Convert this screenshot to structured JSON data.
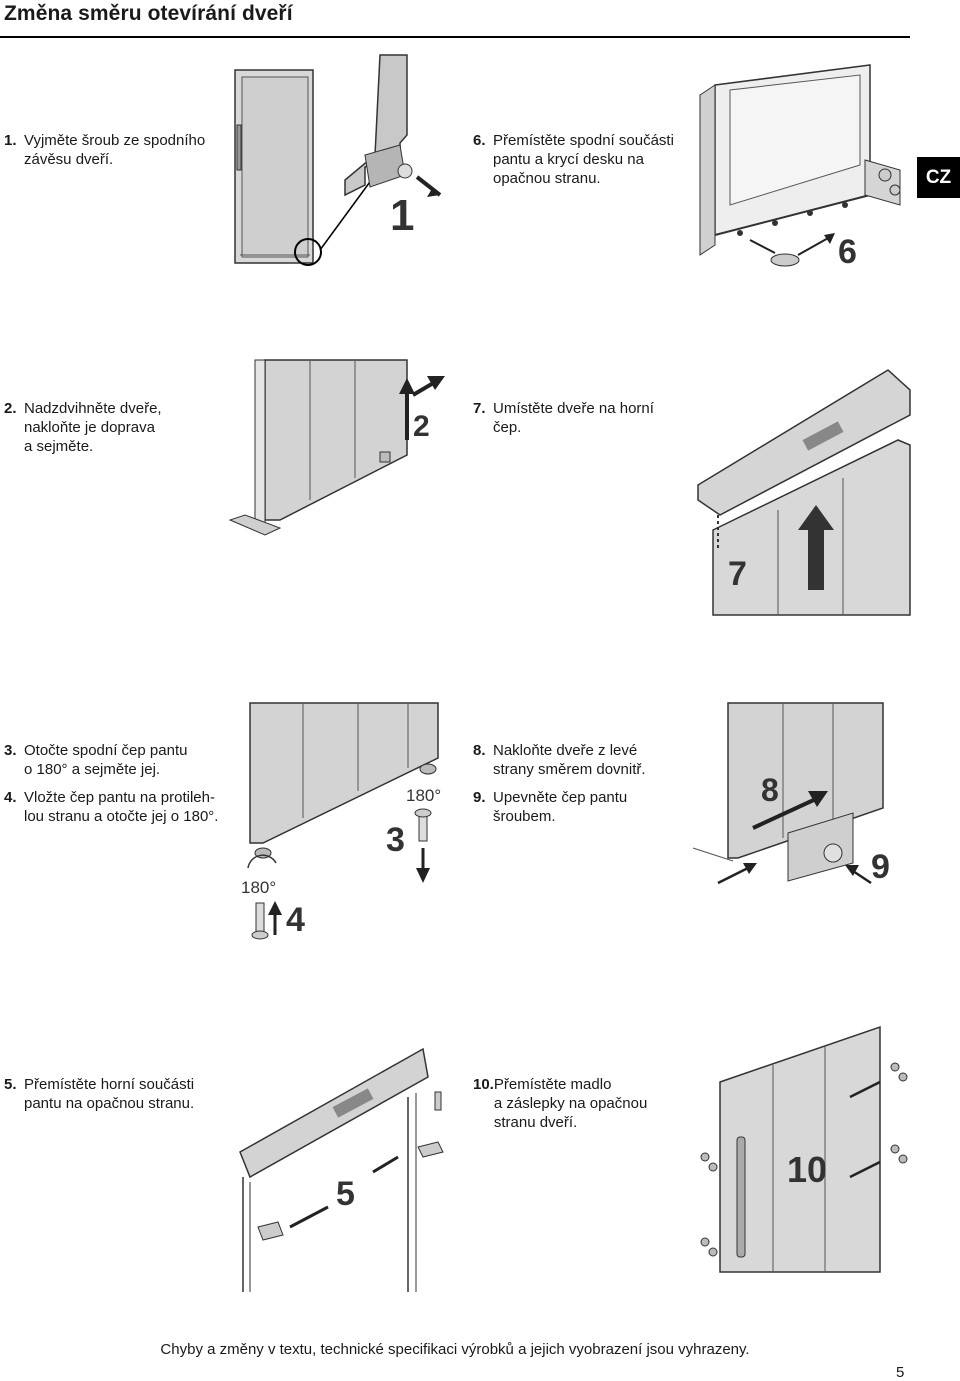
{
  "header": {
    "title": "Změna směru otevírání dveří",
    "lang_badge": "CZ"
  },
  "steps": [
    {
      "num": "1.",
      "text": "Vyjměte šroub ze spodního\nzávěsu dveří."
    },
    {
      "num": "6.",
      "text": "Přemístěte spodní součásti\npantu a krycí desku na\nopačnou stranu."
    },
    {
      "num": "2.",
      "text": "Nadzdvihněte dveře,\nnakloňte je doprava\na sejměte."
    },
    {
      "num": "7.",
      "text": "Umístěte dveře na horní\nčep."
    },
    {
      "num": "3.",
      "text": "Otočte spodní čep pantu\no 180° a sejměte jej."
    },
    {
      "num": "4.",
      "text": "Vložte čep pantu na protileh-\nlou stranu a otočte jej o 180°."
    },
    {
      "num": "8.",
      "text": "Nakloňte dveře z levé\nstrany směrem dovnitř."
    },
    {
      "num": "9.",
      "text": "Upevněte čep pantu\nšroubem."
    },
    {
      "num": "5.",
      "text": "Přemístěte horní součásti\npantu na opačnou stranu."
    },
    {
      "num": "10.",
      "text": "Přemístěte madlo\na záslepky na opačnou\nstranu dveří."
    }
  ],
  "figure_labels": {
    "f1": "1",
    "f6": "6",
    "f2": "2",
    "f7": "7",
    "f3": "3",
    "f4": "4",
    "f8": "8",
    "f9": "9",
    "f5": "5",
    "f10": "10",
    "deg_a": "180°",
    "deg_b": "180°"
  },
  "footer": {
    "disclaimer": "Chyby a změny v textu, technické specifikaci výrobků a jejich vyobrazení jsou vyhrazeny.",
    "page": "5"
  }
}
